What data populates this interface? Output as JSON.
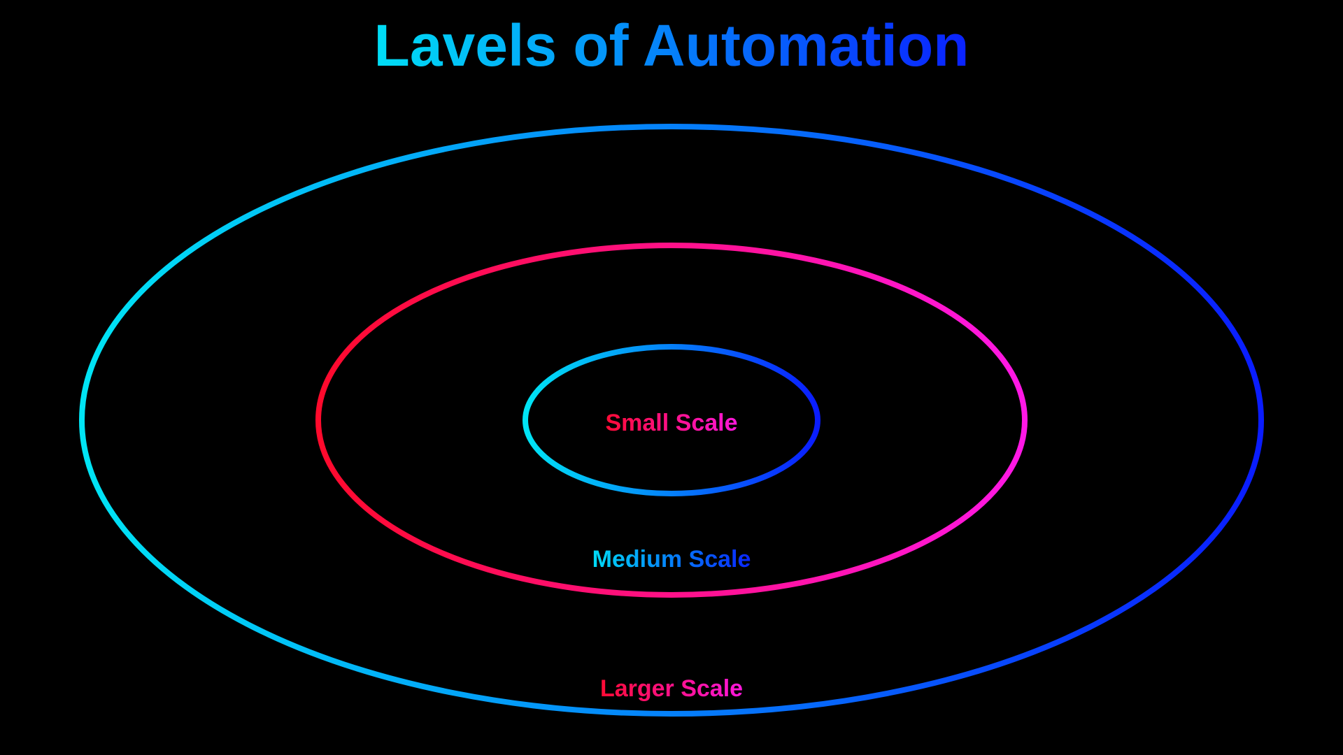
{
  "title": "Lavels of Automation",
  "rings": {
    "inner": {
      "label": "Small Scale"
    },
    "middle": {
      "label": "Medium Scale"
    },
    "outer": {
      "label": "Larger Scale"
    }
  },
  "colors": {
    "background": "#000000",
    "cyan": "#00e5f5",
    "blue": "#0a1cff",
    "red": "#ff0a2c",
    "magenta": "#ff18e6"
  }
}
